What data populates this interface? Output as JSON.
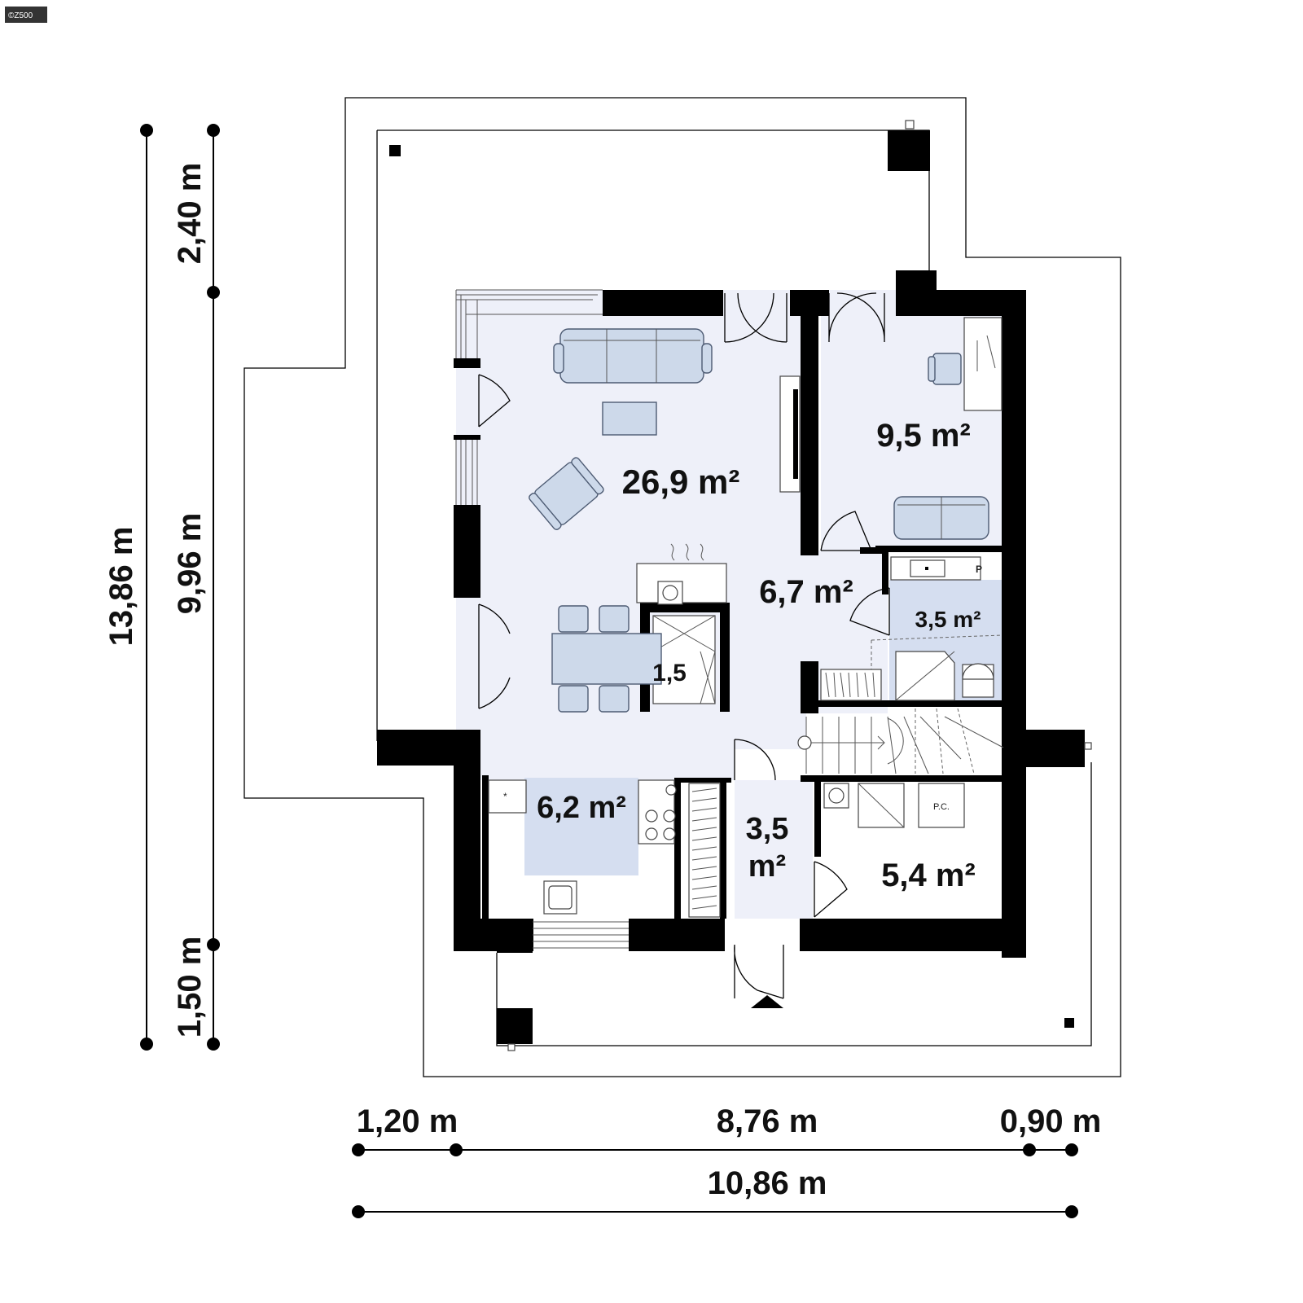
{
  "copyright": "©Z500",
  "rooms": {
    "living": "26,9 m²",
    "study": "9,5 m²",
    "hall": "6,7 m²",
    "bathroom": "3,5 m²",
    "fireplace": "1,5",
    "kitchen": "6,2 m²",
    "vestibule_line1": "3,5",
    "vestibule_line2": "m²",
    "boiler": "5,4 m²"
  },
  "fixtures": {
    "boiler_label": "P.C.",
    "p_label": "P"
  },
  "dimensions": {
    "overall_height": "13,86 m",
    "terrace_depth": "2,40 m",
    "house_depth": "9,96 m",
    "porch_depth": "1,50 m",
    "left_overhang": "1,20 m",
    "house_width": "8,76 m",
    "right_overhang": "0,90 m",
    "overall_width": "10,86 m"
  }
}
